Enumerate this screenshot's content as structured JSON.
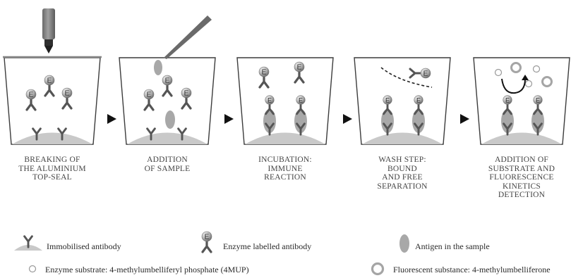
{
  "steps": [
    {
      "lines": [
        "BREAKING OF",
        "THE ALUMINIUM",
        "TOP-SEAL"
      ]
    },
    {
      "lines": [
        "ADDITION",
        "OF SAMPLE"
      ]
    },
    {
      "lines": [
        "INCUBATION:",
        "IMMUNE",
        "REACTION"
      ]
    },
    {
      "lines": [
        "WASH STEP:",
        "BOUND",
        "AND FREE",
        "SEPARATION"
      ]
    },
    {
      "lines": [
        "ADDITION OF",
        "SUBSTRATE AND",
        "FLUORESCENCE",
        "KINETICS",
        "DETECTION"
      ]
    }
  ],
  "legend": {
    "immobilised": "Immobilised antibody",
    "enzyme_labelled": "Enzyme labelled antibody",
    "antigen": "Antigen in the sample",
    "substrate": "Enzyme substrate: 4-methylumbelliferyl phosphate (4MUP)",
    "fluorescent": "Fluorescent substance: 4-methylumbelliferone"
  },
  "enzyme_letter": "E",
  "colors": {
    "outline": "#3c3c3c",
    "gray": "#a8a8a8",
    "dark": "#555555",
    "ball": "#bdbdbd"
  }
}
